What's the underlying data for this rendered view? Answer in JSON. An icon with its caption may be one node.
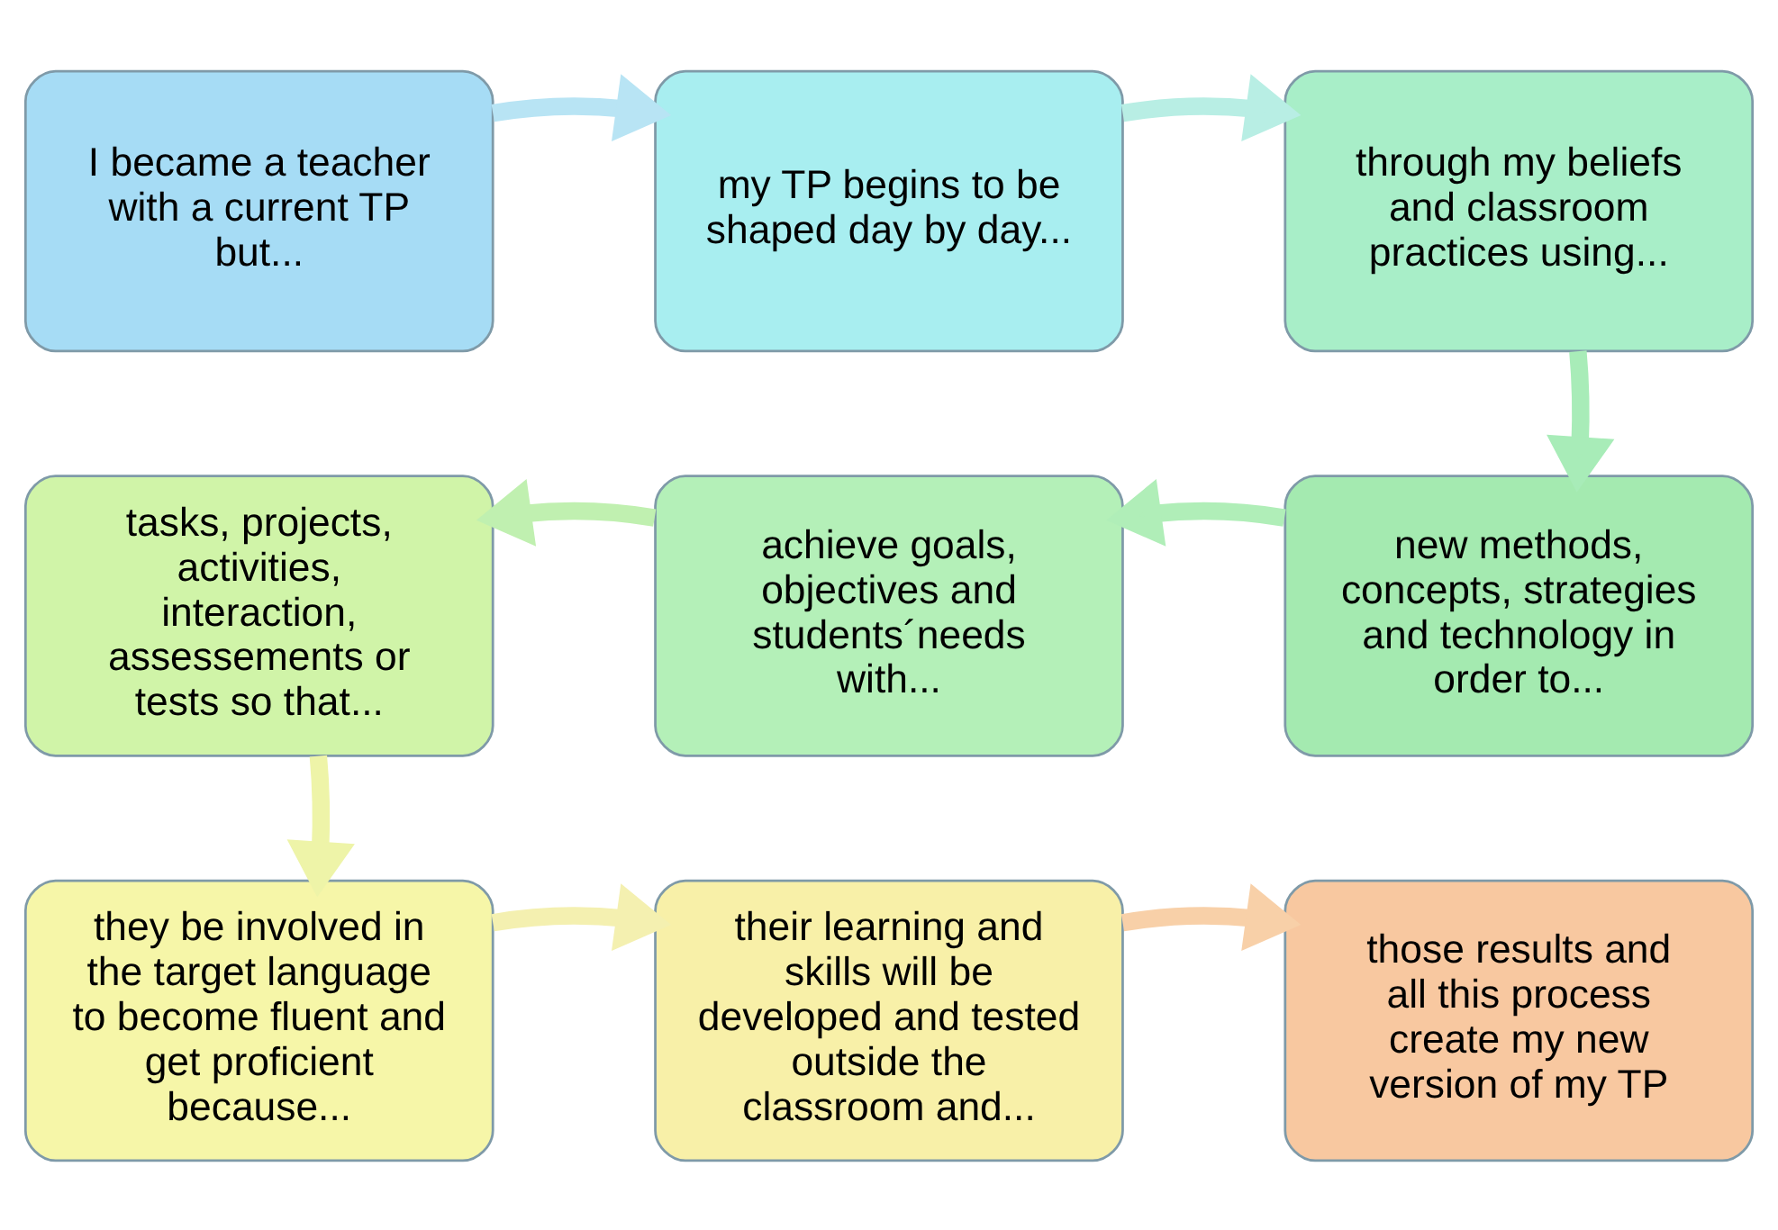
{
  "diagram": {
    "nodes": [
      {
        "text": [
          "I became a teacher with a current TP but..."
        ]
      },
      {
        "text": [
          "my TP begins to be shaped day by day..."
        ]
      },
      {
        "text": [
          "through my beliefs and classroom practices using..."
        ]
      },
      {
        "text": [
          "tasks, projects, activities, interaction, assessements or tests so that..."
        ]
      },
      {
        "text": [
          "achieve goals, objectives and students´needs with..."
        ]
      },
      {
        "text": [
          "new methods, concepts, strategies and technology in order to..."
        ]
      },
      {
        "text": [
          "they be involved in the target language to become fluent and get proficient because..."
        ]
      },
      {
        "text": [
          "their learning and skills will be developed and tested outside the classroom and..."
        ]
      },
      {
        "text": [
          "those results and all this process create my new version of my TP"
        ]
      }
    ],
    "edges": [
      {
        "from": 0,
        "to": 1,
        "arrow": "to",
        "color": "#b8e4f4"
      },
      {
        "from": 1,
        "to": 2,
        "arrow": "to",
        "color": "#b8eee4"
      },
      {
        "from": 2,
        "to": 5,
        "arrow": "to",
        "color": "#a8ecb8"
      },
      {
        "from": 5,
        "to": 4,
        "arrow": "to",
        "color": "#b0eeb8"
      },
      {
        "from": 4,
        "to": 3,
        "arrow": "to",
        "color": "#c0f0b0"
      },
      {
        "from": 3,
        "to": 6,
        "arrow": "to",
        "color": "#eef4a8"
      },
      {
        "from": 6,
        "to": 7,
        "arrow": "to",
        "color": "#f4f0b0"
      },
      {
        "from": 7,
        "to": 8,
        "arrow": "to",
        "color": "#f8d0a8"
      }
    ]
  }
}
